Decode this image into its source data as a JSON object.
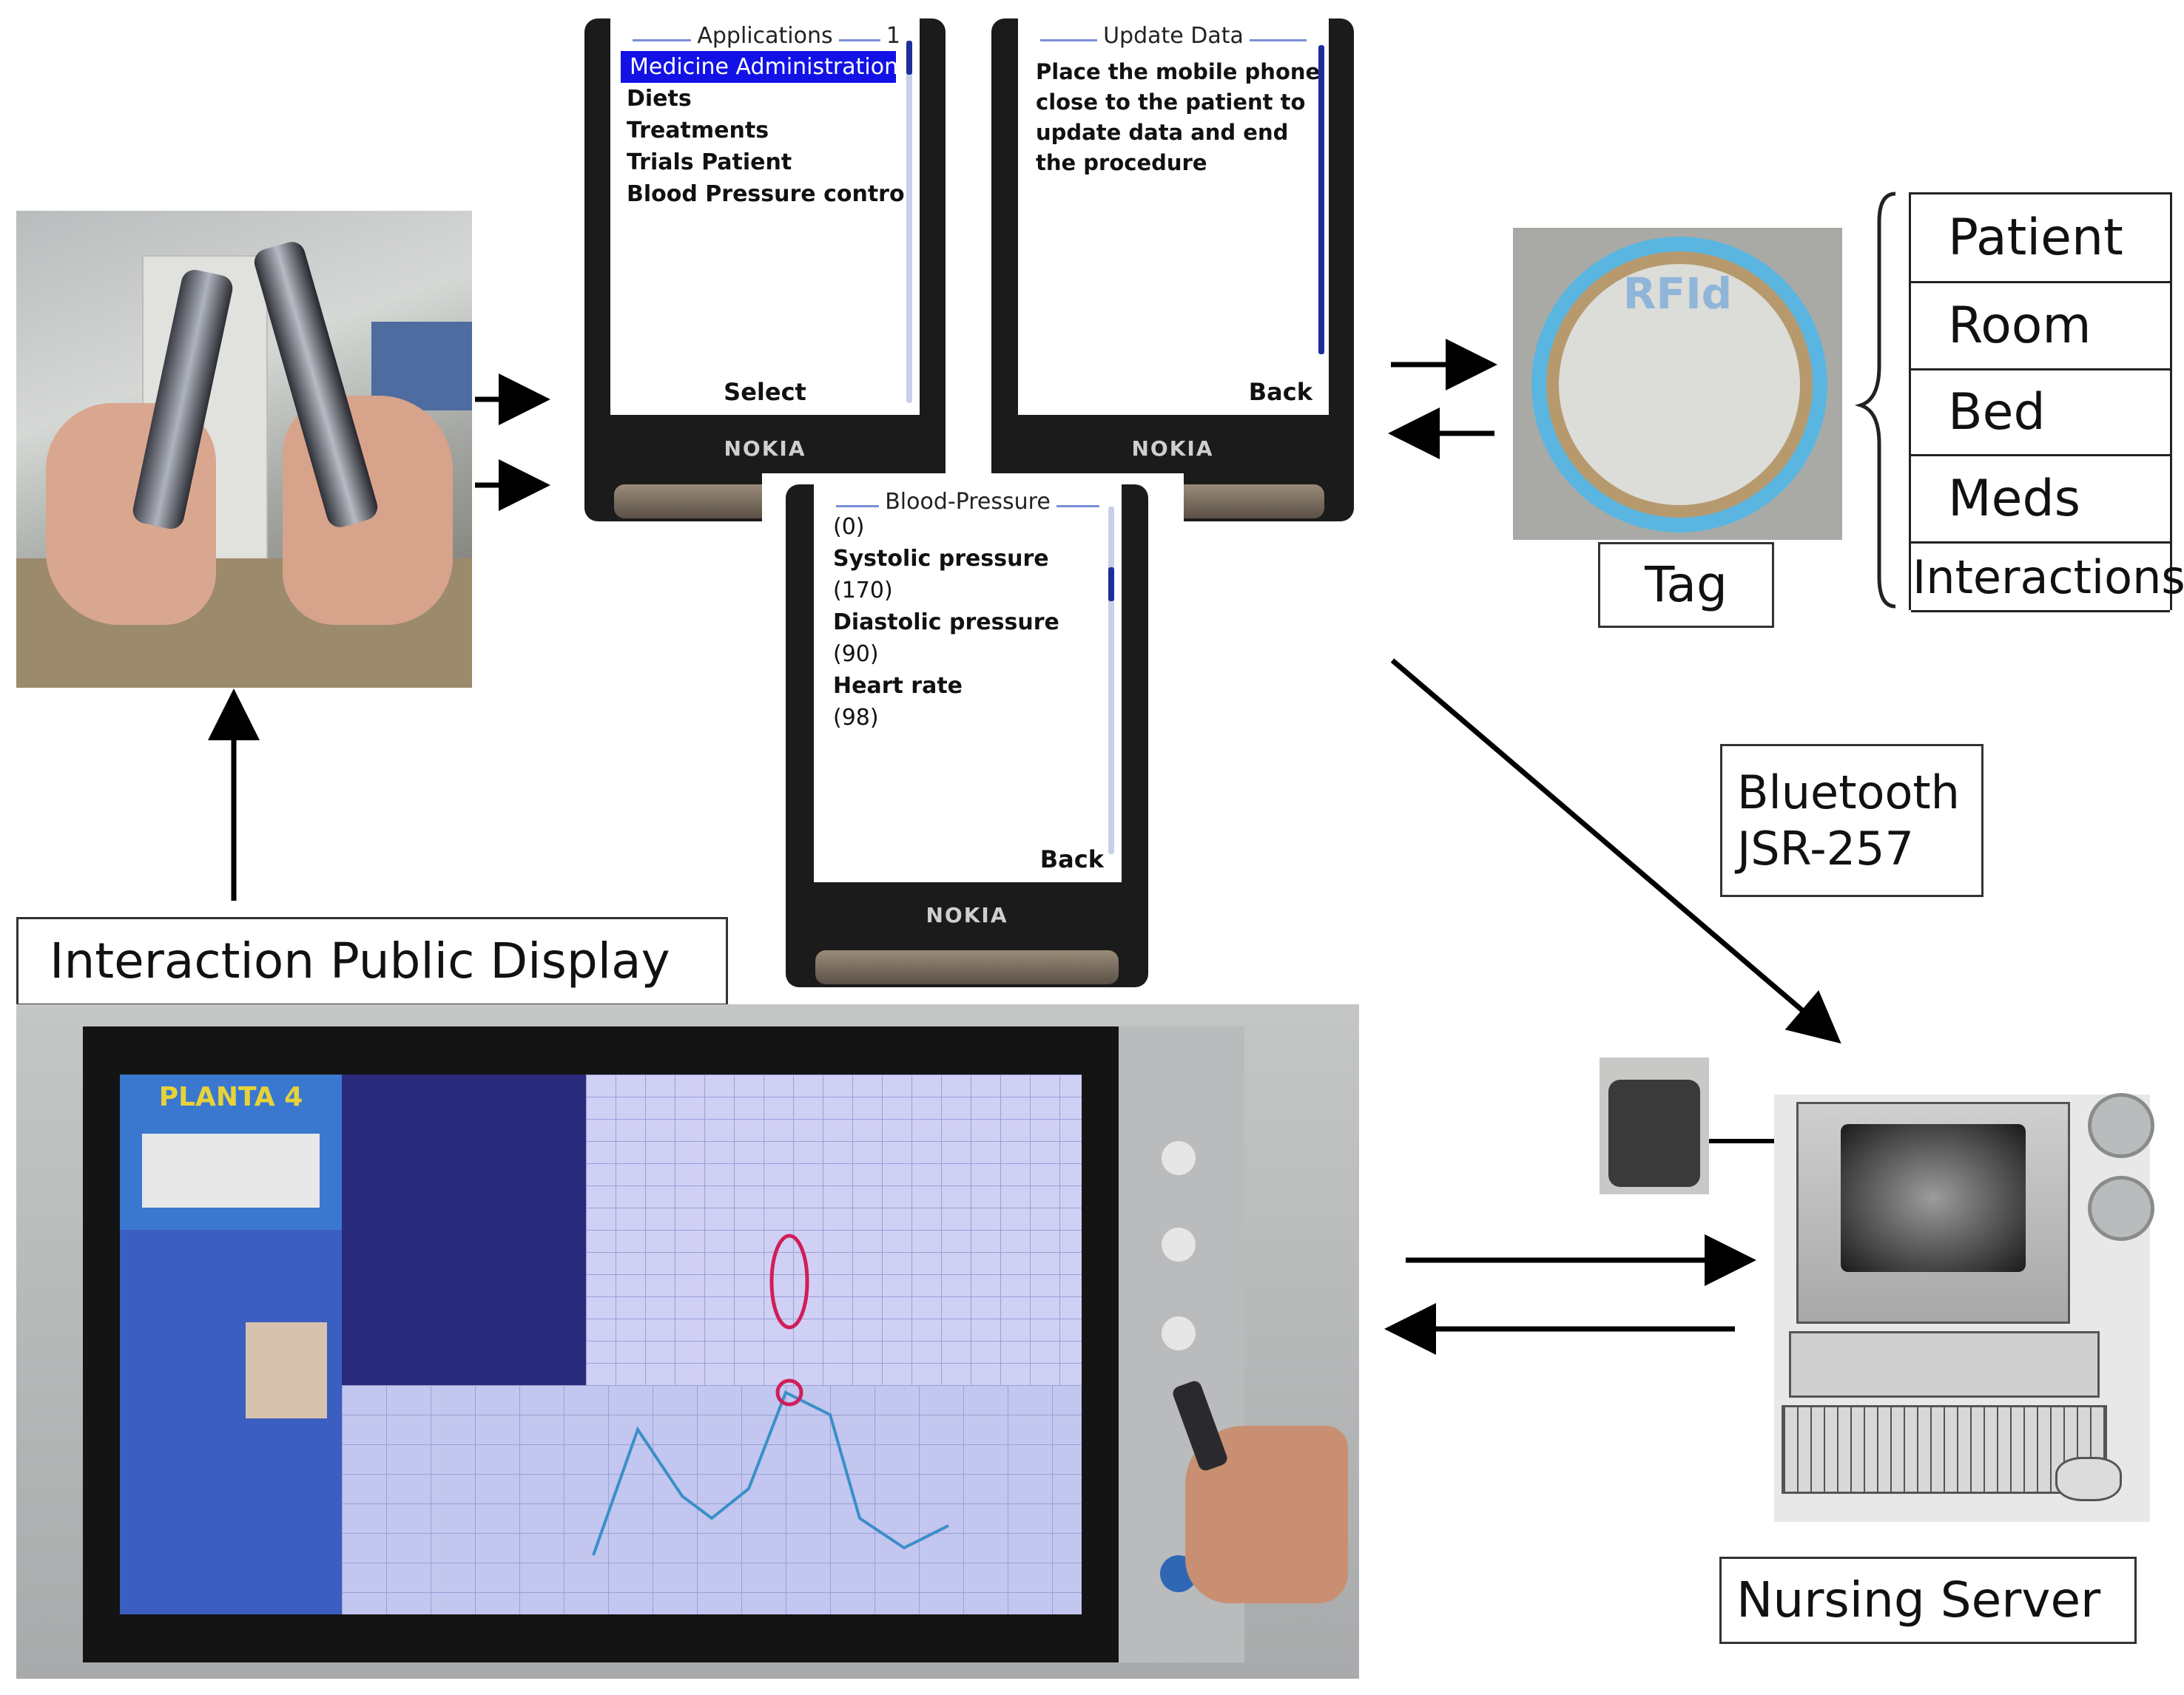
{
  "phones": {
    "applications": {
      "title": "Applications",
      "index": "1",
      "items": [
        "Medicine Administration",
        "Diets",
        "Treatments",
        "Trials Patient",
        "Blood Pressure control"
      ],
      "softkey": "Select",
      "brand": "NOKIA"
    },
    "update": {
      "title": "Update Data",
      "body": [
        "Place the mobile phone",
        "close to the patient to",
        "update data and end",
        "the procedure"
      ],
      "softkey": "Back",
      "brand": "NOKIA"
    },
    "blood": {
      "title": "Blood-Pressure",
      "lines": [
        {
          "text": "(0)",
          "bold": false
        },
        {
          "text": "Systolic pressure",
          "bold": true
        },
        {
          "text": "(170)",
          "bold": false
        },
        {
          "text": "Diastolic pressure",
          "bold": true
        },
        {
          "text": "(90)",
          "bold": false
        },
        {
          "text": "Heart rate",
          "bold": true
        },
        {
          "text": "(98)",
          "bold": false
        }
      ],
      "softkey": "Back",
      "brand": "NOKIA"
    }
  },
  "tag": {
    "label": "Tag",
    "rfid_text": "RFId",
    "fields": [
      "Patient",
      "Room",
      "Bed",
      "Meds",
      "Interactions"
    ]
  },
  "labels": {
    "bluetooth_line1": "Bluetooth",
    "bluetooth_line2": "JSR-257",
    "public_display": "Interaction Public Display",
    "nursing_server": "Nursing Server"
  },
  "display_screen": {
    "planta": "PLANTA 4"
  },
  "colors": {
    "selection_blue": "#1212e6",
    "scrollbar_blue": "#1d2f9a",
    "title_rule": "#7b8fd6",
    "monitor_lavender": "#c9c8f2",
    "tag_ring_blue": "#5ab6e0",
    "tag_ring_tan": "#b69a6e"
  }
}
